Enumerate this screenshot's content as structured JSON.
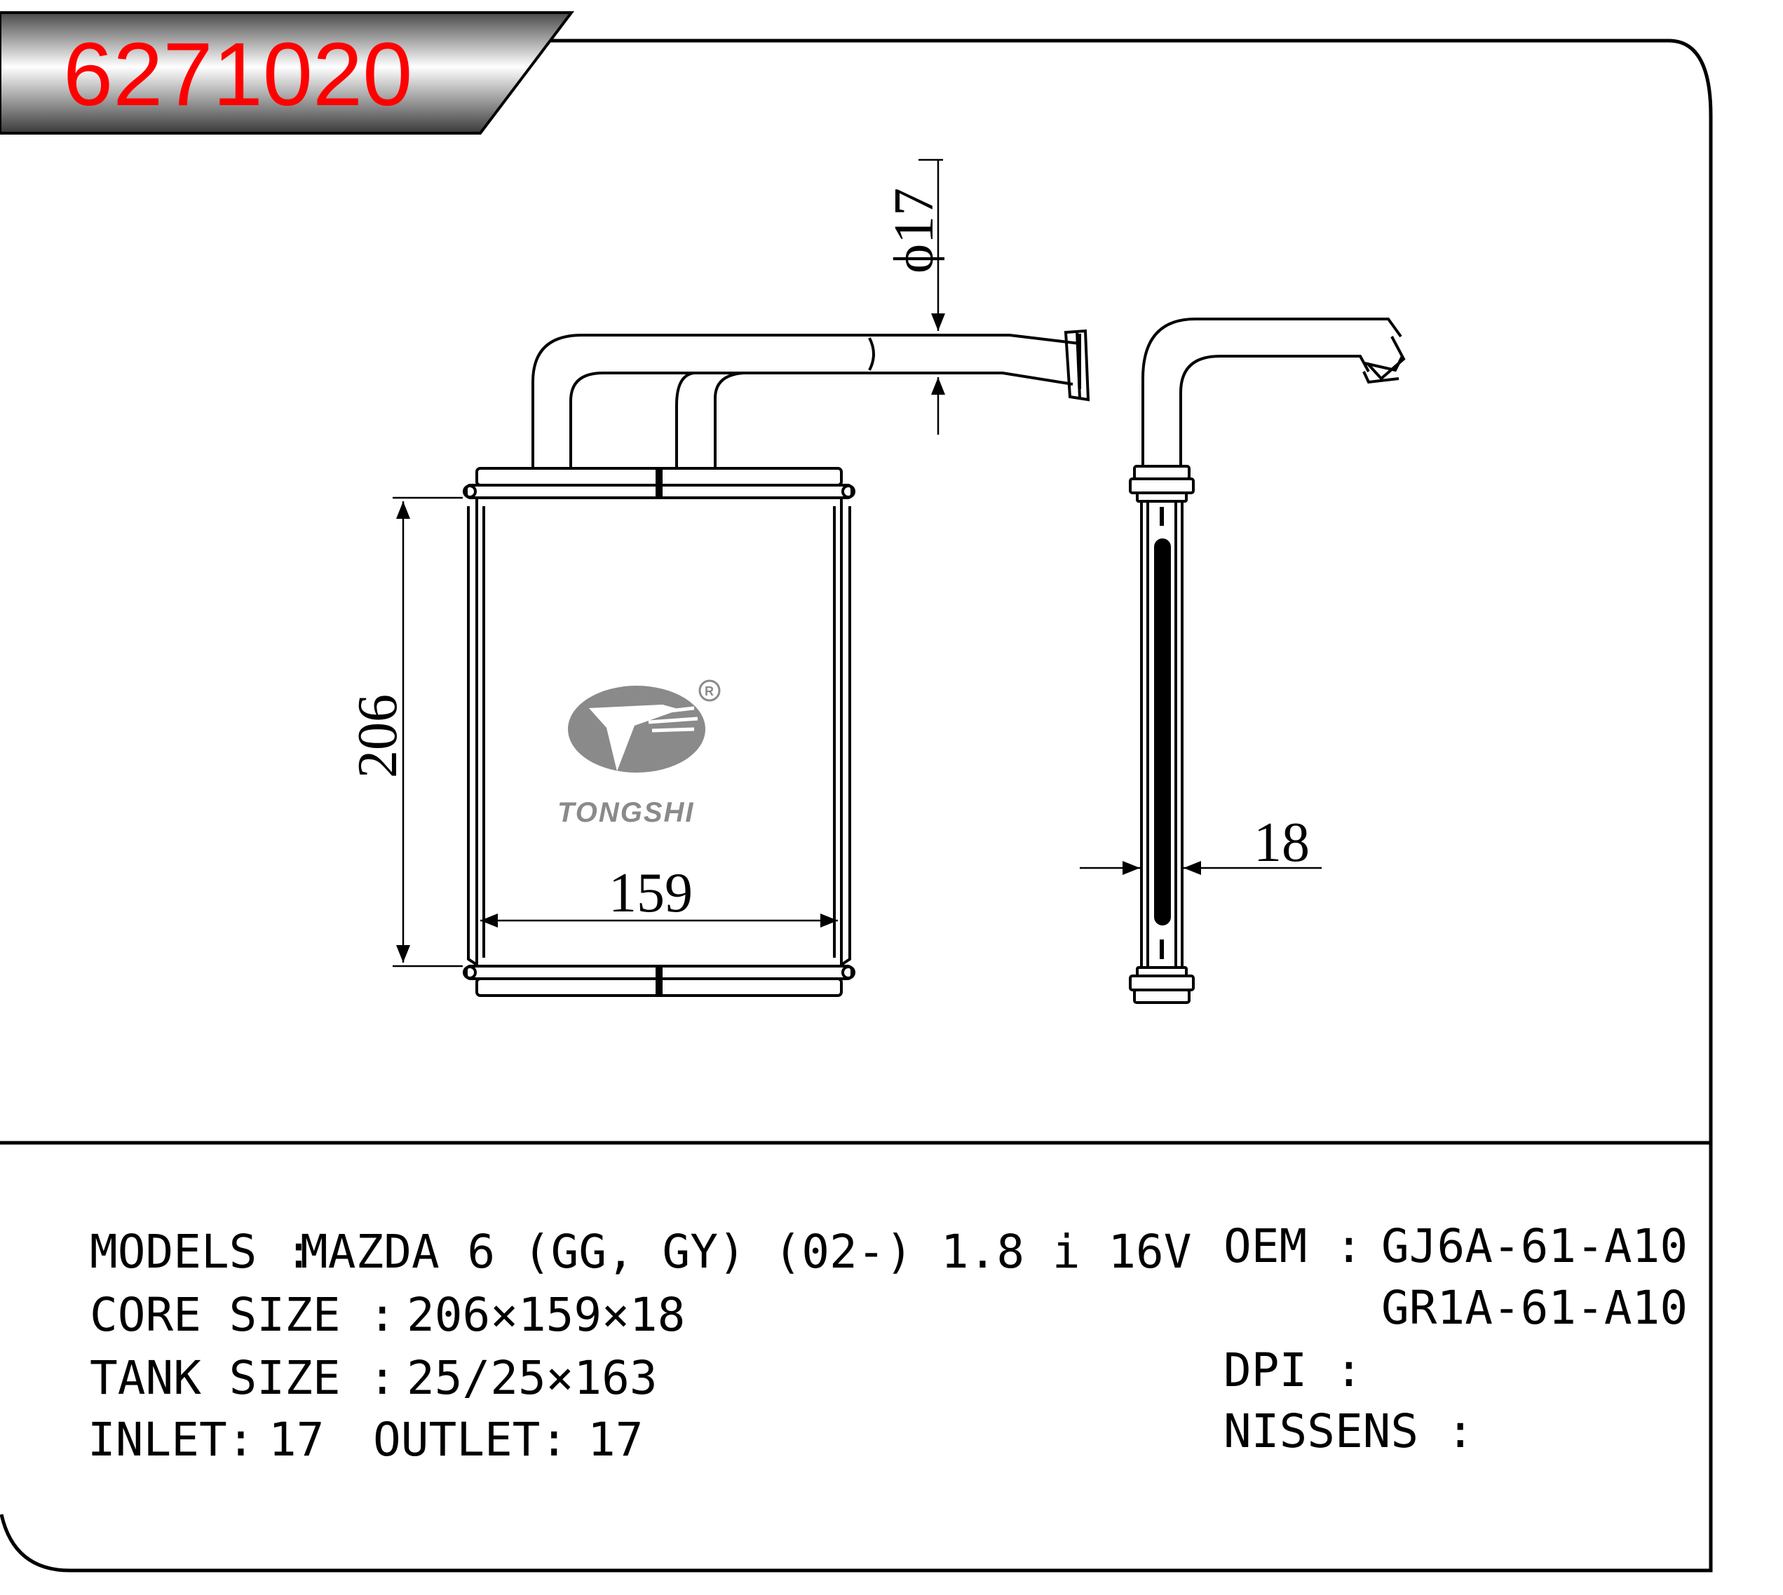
{
  "header": {
    "part_number": "6271020"
  },
  "dimensions": {
    "pipe_diameter": "ϕ17",
    "height": "206",
    "width": "159",
    "thickness": "18"
  },
  "logo": {
    "brand": "TONGSHI",
    "registered_mark": "R"
  },
  "specs": {
    "models_label": "MODELS :",
    "models_value": "MAZDA 6 (GG, GY) (02-) 1.8 i 16V",
    "core_size_label": "CORE SIZE :",
    "core_size_value": "206×159×18",
    "tank_size_label": "TANK SIZE :",
    "tank_size_value": "25/25×163",
    "inlet_label": "INLET:",
    "inlet_value": "17",
    "outlet_label": "OUTLET:",
    "outlet_value": "17"
  },
  "refs": {
    "oem_label": "OEM :",
    "oem_values": [
      "GJ6A-61-A10",
      "GR1A-61-A10"
    ],
    "dpi_label": "DPI :",
    "nissens_label": "NISSENS :"
  },
  "colors": {
    "part_number": "#ff0000",
    "line": "#000000",
    "logo_gray": "#8a8a8a"
  }
}
